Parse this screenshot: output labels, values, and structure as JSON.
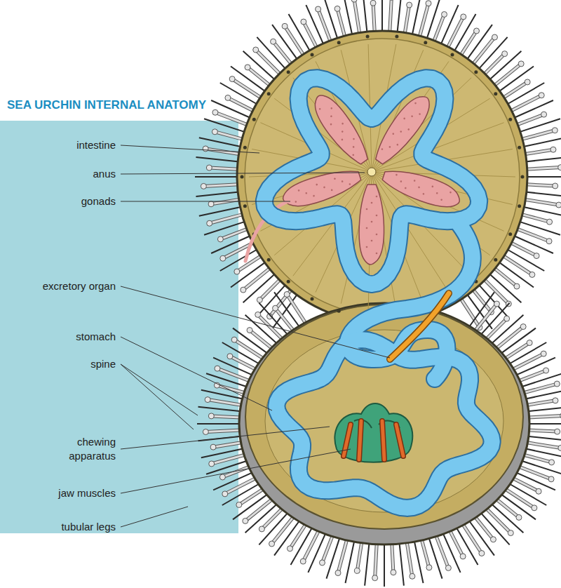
{
  "diagram": {
    "title": "SEA URCHIN INTERNAL ANATOMY",
    "labels": [
      "intestine",
      "anus",
      "gonads",
      "excretory organ",
      "stomach",
      "spine",
      "chewing apparatus",
      "jaw muscles",
      "tubular legs"
    ]
  }
}
